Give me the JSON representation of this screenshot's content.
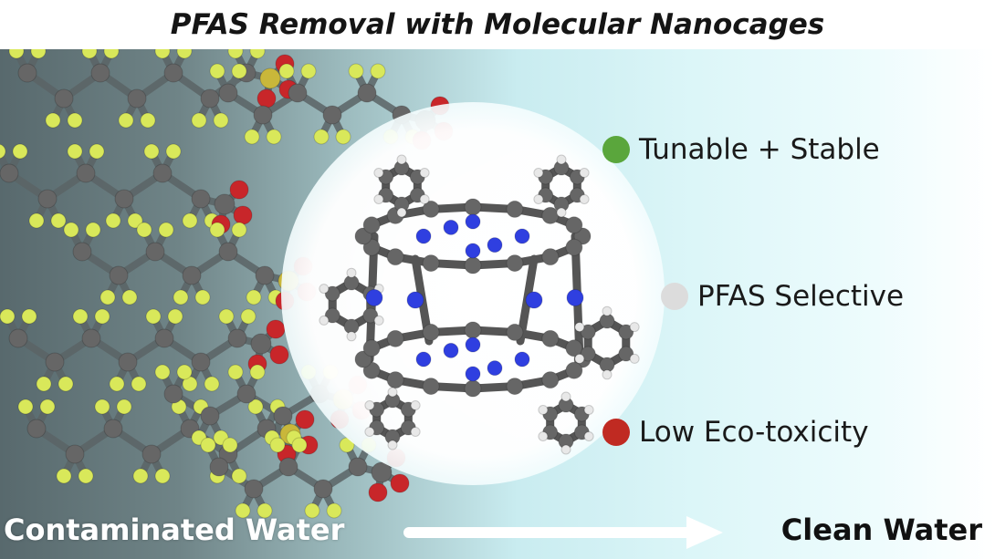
{
  "title": "PFAS Removal with Molecular Nanocages",
  "features": [
    {
      "label": "Tunable + Stable",
      "dot_color": "#5aa63c"
    },
    {
      "label": "PFAS Selective",
      "dot_color": "#dcdcdc"
    },
    {
      "label": "Low Eco-toxicity",
      "dot_color": "#c02a22"
    }
  ],
  "flow": {
    "from_label": "Contaminated Water",
    "to_label": "Clean Water",
    "arrow_icon": "arrow-right-icon"
  },
  "colors": {
    "fluorine": "#d9e85a",
    "oxygen": "#c8262a",
    "carbon": "#666666",
    "sulfur": "#c9b73a",
    "nitrogen": "#2f3fe0",
    "hydrogen": "#e8e8e8"
  }
}
